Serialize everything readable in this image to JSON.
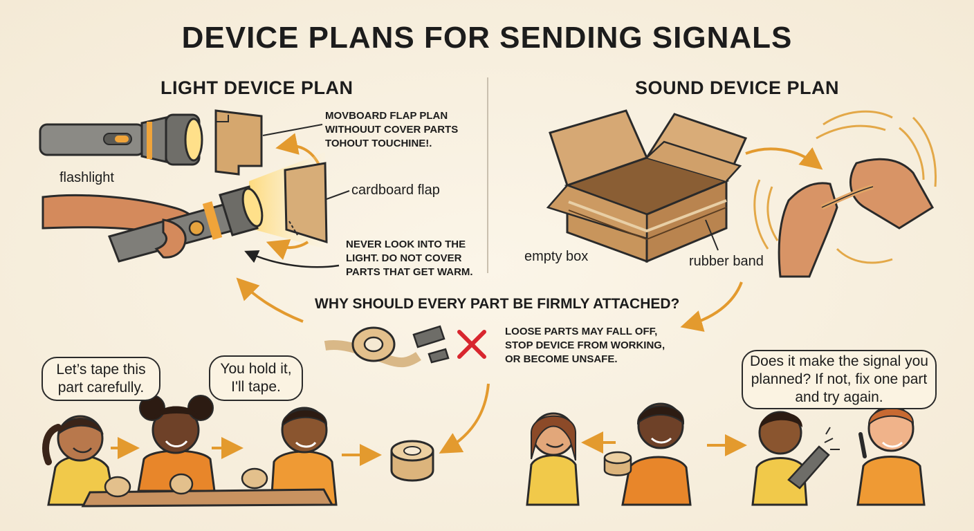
{
  "title": "DEVICE PLANS FOR SENDING SIGNALS",
  "light_plan": {
    "heading": "LIGHT DEVICE PLAN",
    "flap_note": [
      "MOVBOARD FLAP PLAN",
      "WITHOUUT COVER PARTS",
      "TOHOUT TOUCHINE!."
    ],
    "flashlight_label": "flashlight",
    "cardboard_label": "cardboard flap",
    "safety_note": [
      "NEVER LOOK INTO THE",
      "LIGHT. DO NOT COVER",
      "PARTS THAT GET WARM."
    ]
  },
  "sound_plan": {
    "heading": "SOUND DEVICE PLAN",
    "box_label": "empty box",
    "band_label": "rubber band"
  },
  "question": {
    "text": "WHY SHOULD EVERY PART BE FIRMLY ATTACHED?",
    "answer": [
      "LOOSE PARTS MAY FALL OFF,",
      "STOP DEVICE FROM WORKING,",
      "OR BECOME UNSAFE."
    ]
  },
  "bubbles": {
    "tape_carefully": "Let’s tape this part carefully.",
    "hold_it": "You hold it, I'll tape.",
    "test_signal": "Does it make the signal you planned? If not, fix one part and try again."
  },
  "colors": {
    "background": "#f6eddb",
    "accent_orange": "#e8a33c",
    "cardboard": "#d5a76e",
    "warning_red": "#d8262e",
    "outline": "#2a2a2a"
  }
}
